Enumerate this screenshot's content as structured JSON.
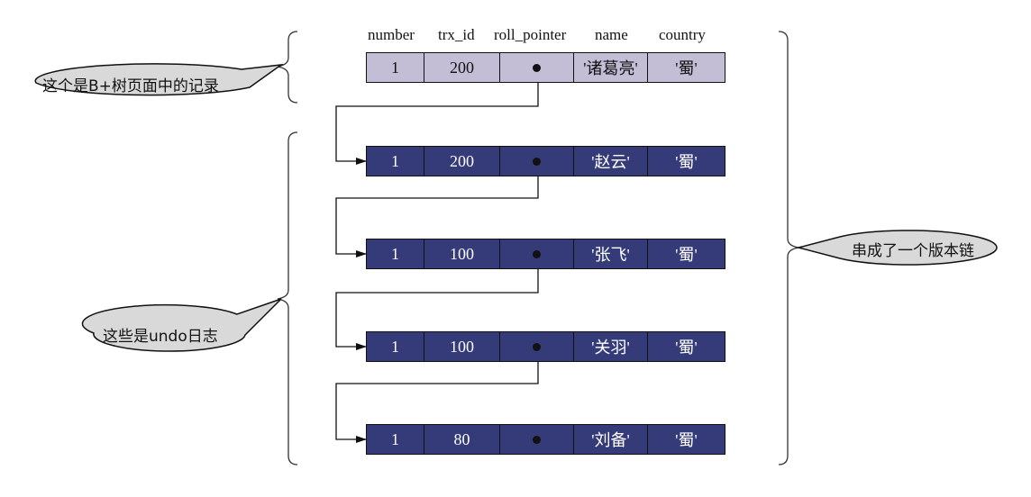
{
  "columns": [
    "number",
    "trx_id",
    "roll_pointer",
    "name",
    "country"
  ],
  "btree_record": {
    "number": "1",
    "trx_id": "200",
    "name": "'诸葛亮'",
    "country": "'蜀'"
  },
  "undo_records": [
    {
      "number": "1",
      "trx_id": "200",
      "name": "'赵云'",
      "country": "'蜀'"
    },
    {
      "number": "1",
      "trx_id": "100",
      "name": "'张飞'",
      "country": "'蜀'"
    },
    {
      "number": "1",
      "trx_id": "100",
      "name": "'关羽'",
      "country": "'蜀'"
    },
    {
      "number": "1",
      "trx_id": "80",
      "name": "'刘备'",
      "country": "'蜀'"
    }
  ],
  "callouts": {
    "btree": "这个是B+树页面中的记录",
    "undo": "这些是undo日志",
    "chain": "串成了一个版本链"
  },
  "colors": {
    "btree_fill": "#c3bed6",
    "undo_fill": "#353a78",
    "callout_fill": "#d9d9d9"
  }
}
